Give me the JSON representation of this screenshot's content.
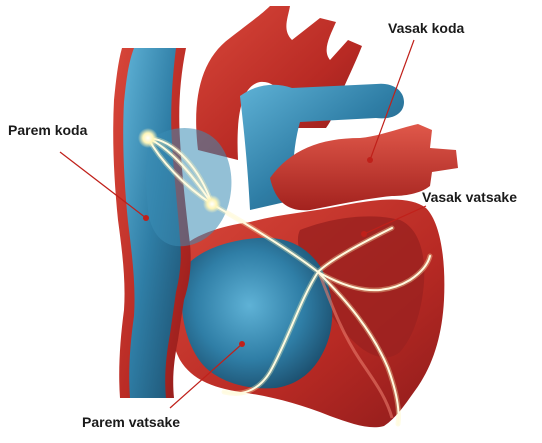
{
  "labels": {
    "right_atrium": "Parem koda",
    "left_atrium": "Vasak koda",
    "left_ventricle": "Vasak vatsake",
    "right_ventricle": "Parem vatsake"
  },
  "colors": {
    "red_dark": "#8e1b1b",
    "red": "#c1322a",
    "red_light": "#dd5a4a",
    "blue_dark": "#1c4f6e",
    "blue": "#2f7ea6",
    "blue_light": "#4aa3c9",
    "conduction": "#fff6b8",
    "leader": "#c0201a"
  }
}
